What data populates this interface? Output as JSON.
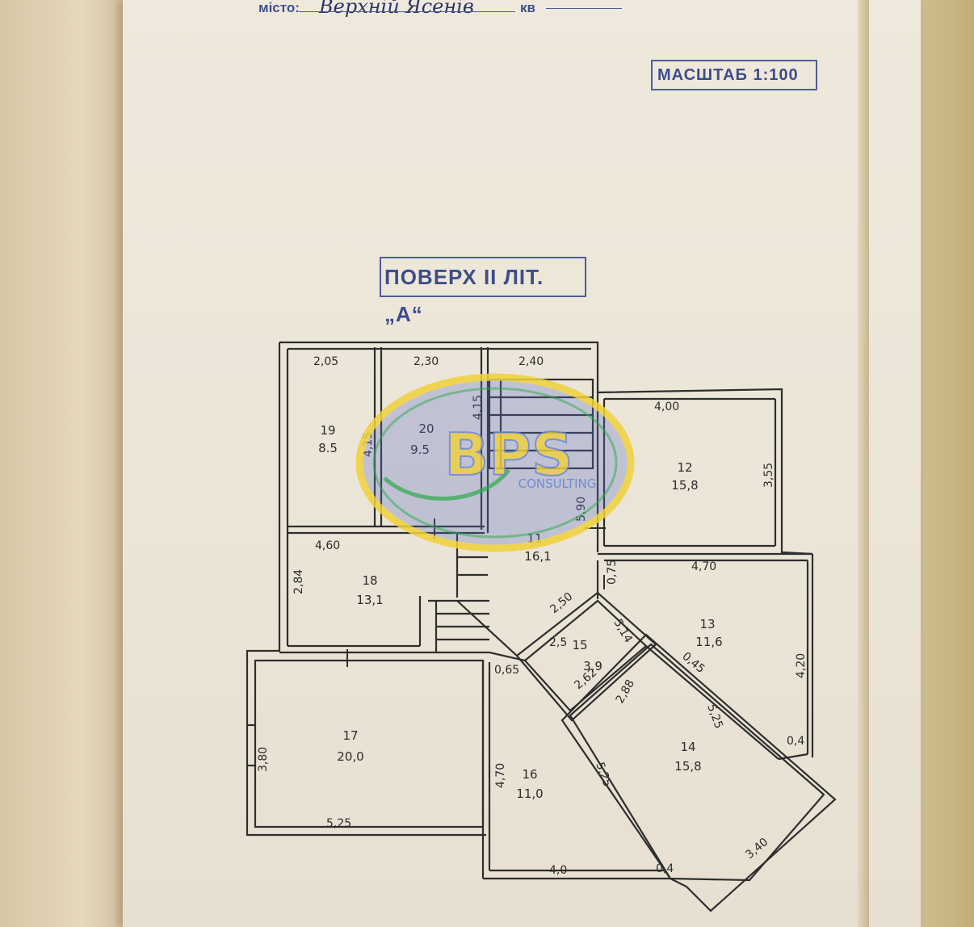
{
  "header": {
    "city_label": "місто:",
    "city_value": "Верхній Ясенів",
    "kv_label": "кв"
  },
  "stamps": {
    "scale": "МАСШТАБ 1:100",
    "floor": "ПОВЕРХ II ЛІТ. „А“"
  },
  "watermark": {
    "brand": "BPS",
    "tagline": "CONSULTING"
  },
  "rooms": [
    {
      "number": "19",
      "area": "8.5"
    },
    {
      "number": "20",
      "area": "9.5"
    },
    {
      "number": "12",
      "area": "15,8"
    },
    {
      "number": "11",
      "area": "16,1"
    },
    {
      "number": "18",
      "area": "13,1"
    },
    {
      "number": "13",
      "area": "11,6"
    },
    {
      "number": "15",
      "area": "3,9"
    },
    {
      "number": "17",
      "area": "20,0"
    },
    {
      "number": "16",
      "area": "11,0"
    },
    {
      "number": "14",
      "area": "15,8"
    }
  ],
  "dimensions": [
    "2,05",
    "2,30",
    "2,40",
    "4,00",
    "4,15",
    "4,15",
    "3,55",
    "5,90",
    "4,60",
    "2,84",
    "4,70",
    "0,75",
    "2,50",
    "0,65",
    "2,5",
    "2,62",
    "5,14",
    "0,45",
    "4,20",
    "0,4",
    "2,88",
    "3,80",
    "5,25",
    "4,70",
    "5,25",
    "5,25",
    "4,0",
    "0,4",
    "3,40"
  ],
  "colors": {
    "ink": "#2c2c2c",
    "stamp_blue": "#3d4d8a",
    "paper": "#ece6d9",
    "logo_yellow": "#f0d23a",
    "logo_blue": "#5a7fd0",
    "logo_green": "#2fa84a"
  }
}
